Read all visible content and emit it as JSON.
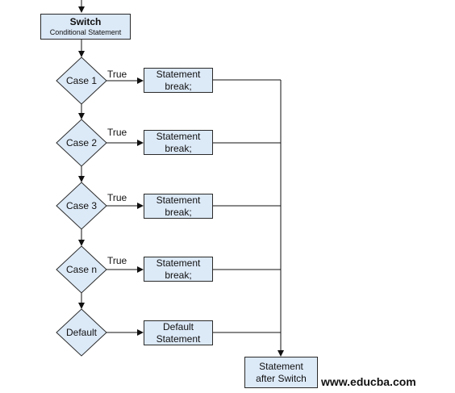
{
  "switch_box": {
    "title": "Switch",
    "subtitle": "Conditional Statement"
  },
  "cases": [
    {
      "label": "Case 1",
      "branch": "True",
      "statement": [
        "Statement",
        "break;"
      ]
    },
    {
      "label": "Case 2",
      "branch": "True",
      "statement": [
        "Statement",
        "break;"
      ]
    },
    {
      "label": "Case 3",
      "branch": "True",
      "statement": [
        "Statement",
        "break;"
      ]
    },
    {
      "label": "Case n",
      "branch": "True",
      "statement": [
        "Statement",
        "break;"
      ]
    }
  ],
  "default_case": {
    "label": "Default",
    "statement": [
      "Default",
      "Statement"
    ]
  },
  "after_switch": [
    "Statement",
    "after Switch"
  ],
  "watermark": "www.educba.com",
  "colors": {
    "fill": "#dce9f7",
    "stroke": "#2a2a2a"
  }
}
